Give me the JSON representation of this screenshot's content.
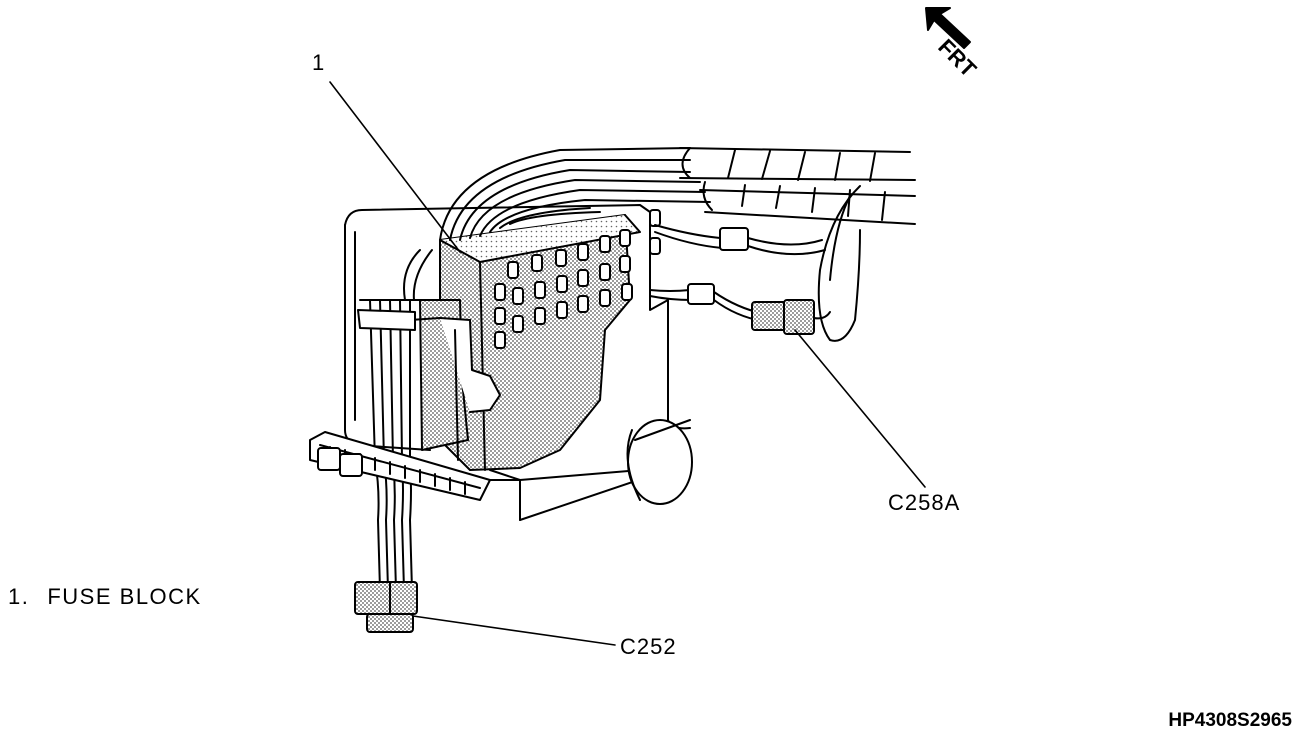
{
  "diagram": {
    "callouts": {
      "item_number": "1",
      "connector_c258a": "C258A",
      "connector_c252": "C252"
    },
    "legend": {
      "number": "1.",
      "text": "FUSE BLOCK"
    },
    "orientation": {
      "label": "FRT",
      "icon": "direction-arrow-icon"
    },
    "reference_code": "HP4308S2965"
  },
  "colors": {
    "ink": "#000000",
    "paper": "#ffffff",
    "stipple": "#b8b8b8"
  }
}
